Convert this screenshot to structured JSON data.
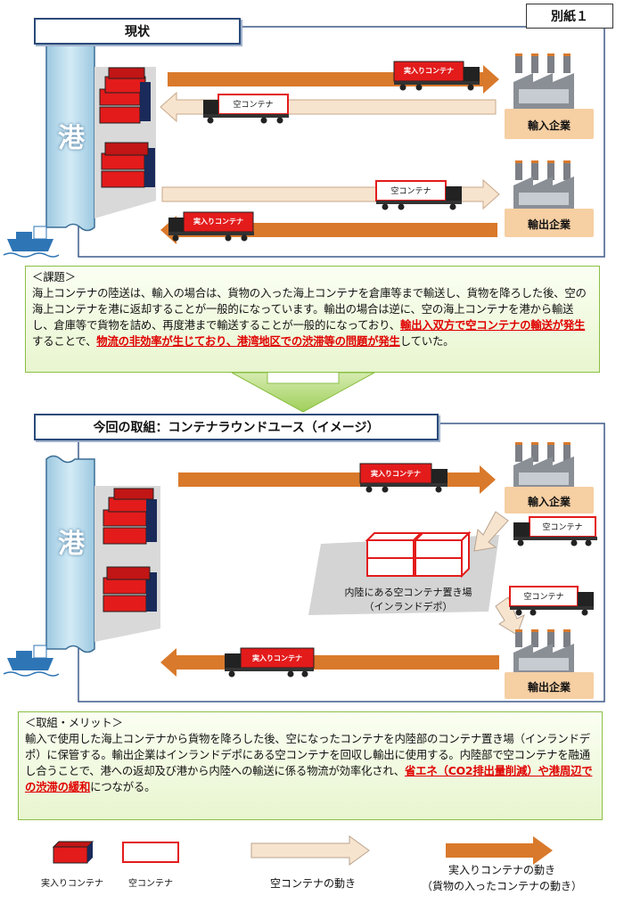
{
  "attachment_label": "別紙１",
  "current": {
    "title": "現状",
    "port_label": "港",
    "importer_label": "輸入企業",
    "exporter_label": "輸出企業",
    "full_container_label": "実入りコンテナ",
    "empty_container_label": "空コンテナ"
  },
  "issue": {
    "heading": "＜課題＞",
    "text_1": "海上コンテナの陸送は、輸入の場合は、貨物の入った海上コンテナを倉庫等まで輸送し、貨物を降ろした後、空の海上コンテナを港に返却することが一般的になっています。輸出の場合は逆に、空の海上コンテナを港から輸送し、倉庫等で貨物を詰め、再度港まで輸送することが一般的になっており、",
    "highlight_1": "輸出入双方で空コンテナの輸送が発生",
    "text_2": "することで、",
    "highlight_2": "物流の非効率が生じており、港湾地区での渋滞等の問題が発生",
    "text_3": "していた。"
  },
  "new": {
    "title": "今回の取組：コンテナラウンドユース（イメージ）",
    "port_label": "港",
    "importer_label": "輸入企業",
    "exporter_label": "輸出企業",
    "depot_label_1": "内陸にある空コンテナ置き場",
    "depot_label_2": "（インランドデポ）",
    "full_container_label": "実入りコンテナ",
    "empty_container_label": "空コンテナ"
  },
  "merit": {
    "heading": "＜取組・メリット＞",
    "text_1": "輸入で使用した海上コンテナから貨物を降ろした後、空になったコンテナを内陸部のコンテナ置き場（インランドデポ）に保管する。輸出企業はインランドデポにある空コンテナを回収し輸出に使用する。内陸部で空コンテナを融通し合うことで、港への返却及び港から内陸への輸送に係る物流が効率化され、",
    "highlight_1": "省エネ（CO2排出量削減）や港周辺での渋滞の緩和",
    "text_2": "につながる。"
  },
  "legend": {
    "full_container": "実入りコンテナ",
    "empty_container": "空コンテナ",
    "empty_movement": "空コンテナの動き",
    "full_movement_1": "実入りコンテナの動き",
    "full_movement_2": "（貨物の入ったコンテナの動き）"
  },
  "colors": {
    "full_arrow": "#d9792b",
    "empty_arrow": "#f7e4cf",
    "container_red": "#e31b1b",
    "port_blue": "#b9d9ea",
    "textbox_border": "#8bbf45",
    "highlight_red": "#e00000"
  },
  "icons": [
    "factory-icon",
    "ship-icon",
    "truck-icon",
    "container-stack-icon",
    "down-arrow-icon"
  ]
}
